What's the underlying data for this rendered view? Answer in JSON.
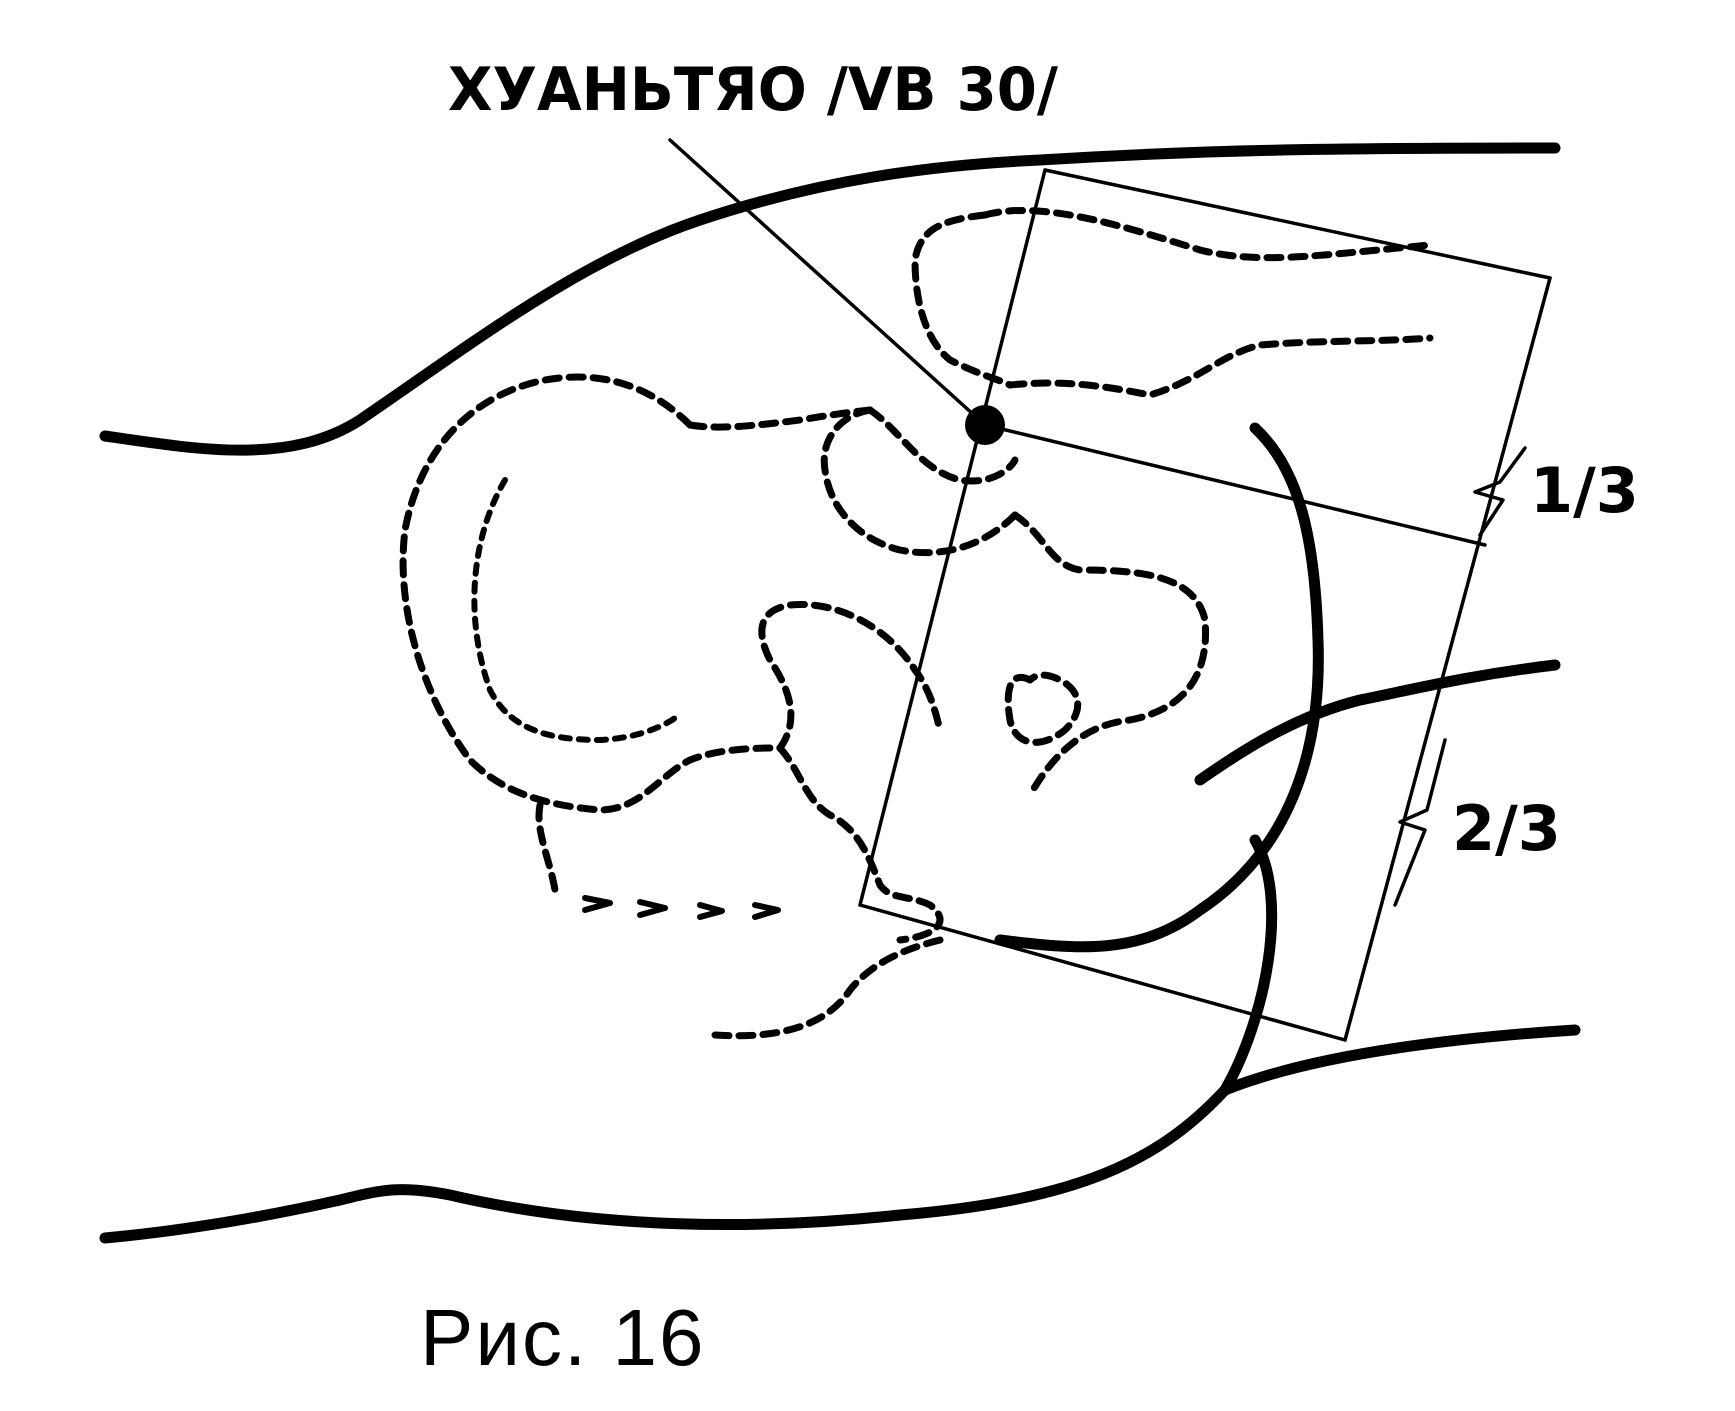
{
  "point_label": "ХУАНЬТЯО /VB 30/",
  "fraction_upper": "1/3",
  "fraction_lower": "2/3",
  "caption": "Рис. 16"
}
